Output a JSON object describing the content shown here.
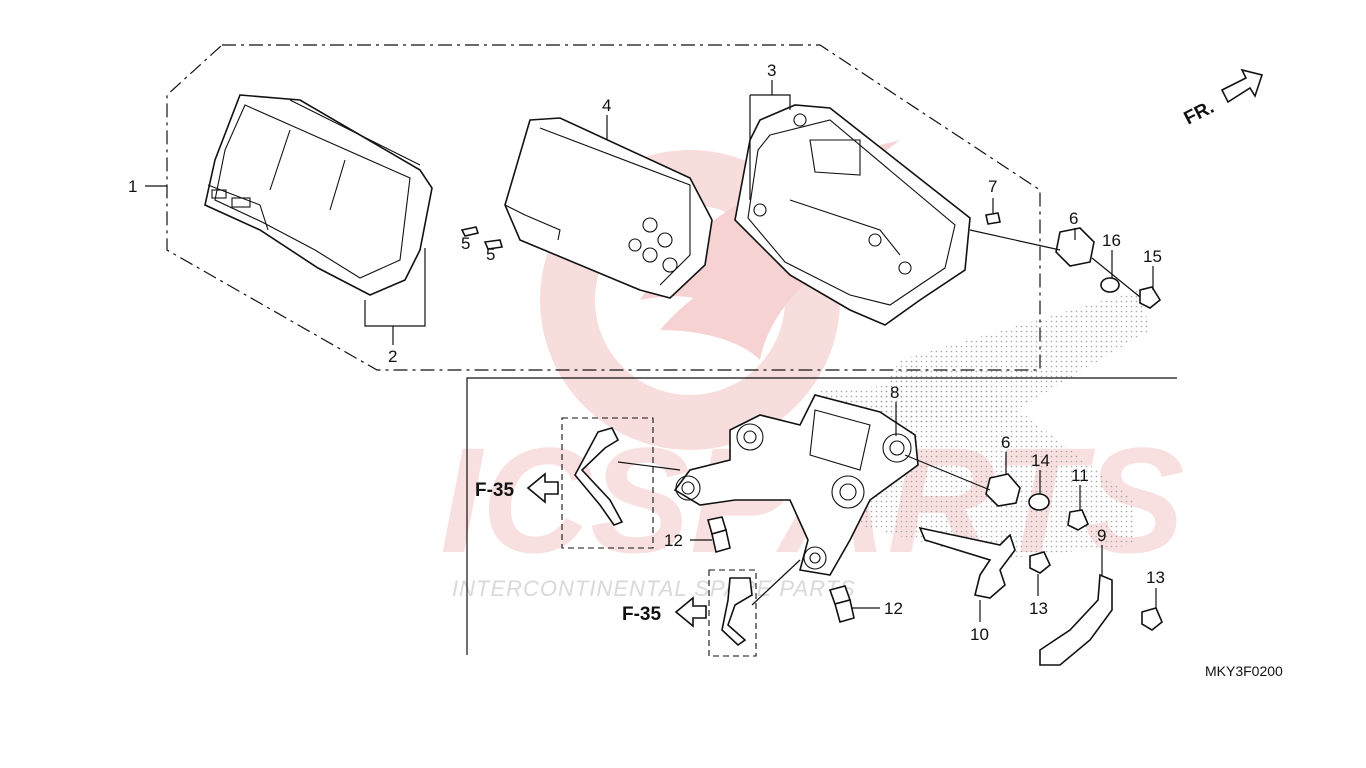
{
  "title": "",
  "diagram_code": "MKY3F0200",
  "direction_indicator": {
    "label": "FR."
  },
  "references": [
    {
      "label": "F-35"
    },
    {
      "label": "F-35"
    }
  ],
  "callouts": [
    "1",
    "2",
    "3",
    "4",
    "5",
    "5",
    "6",
    "16",
    "15",
    "7",
    "8",
    "6",
    "14",
    "11",
    "9",
    "12",
    "12",
    "10",
    "13",
    "13"
  ],
  "watermark": {
    "brand": "ICSPARTS",
    "tagline": "INTERCONTINENTAL SPARE PARTS"
  }
}
